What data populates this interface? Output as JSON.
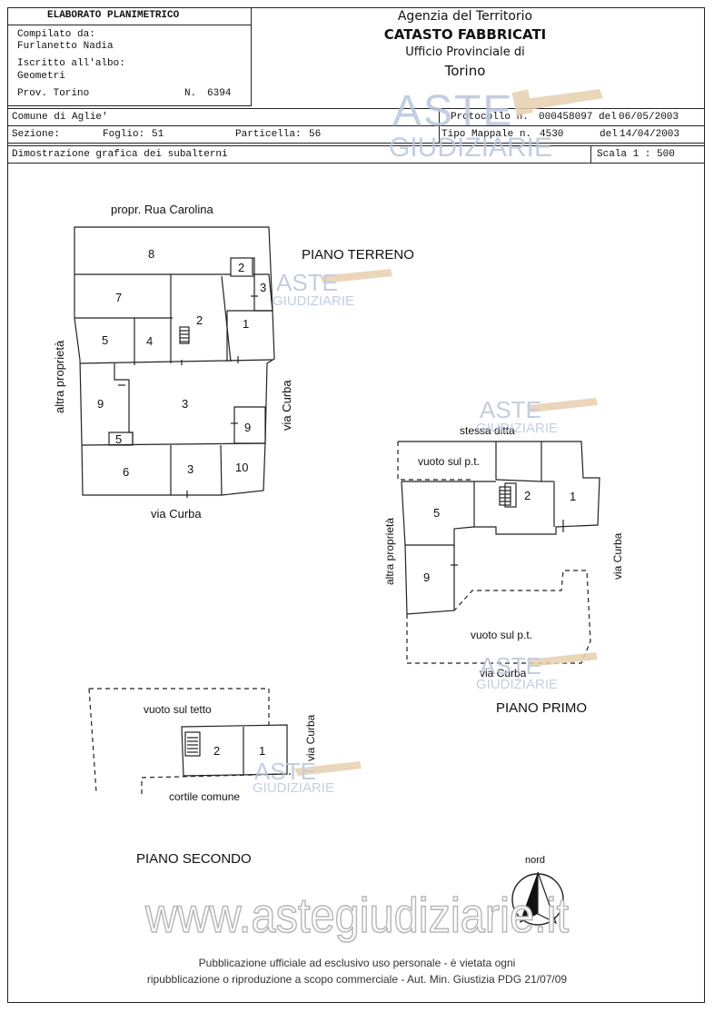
{
  "header": {
    "title": "ELABORATO PLANIMETRICO",
    "compiled_label": "Compilato da:",
    "compiled_name": "Furlanetto Nadia",
    "registered_label": "Iscritto all'albo:",
    "registered_value": "Geometri",
    "province": "Prov. Torino",
    "number_label": "N.",
    "number_value": "6394"
  },
  "agency": {
    "line1": "Agenzia del Territorio",
    "line2": "CATASTO FABBRICATI",
    "line3": "Ufficio Provinciale di",
    "line4": "Torino"
  },
  "info": {
    "comune": "Comune di Aglie'",
    "protocollo_label": "Protocollo n.",
    "protocollo_value": "000458097",
    "protocollo_date_label": "del",
    "protocollo_date": "06/05/2003",
    "sezione_label": "Sezione:",
    "foglio_label": "Foglio:",
    "foglio_value": "51",
    "particella_label": "Particella:",
    "particella_value": "56",
    "tipo_mappale_label": "Tipo Mappale n.",
    "tipo_mappale_value": "4530",
    "tipo_mappale_date_label": "del",
    "tipo_mappale_date": "14/04/2003",
    "dimostrazione": "Dimostrazione grafica dei subalterni",
    "scala": "Scala 1 : 500"
  },
  "ground_floor": {
    "title": "PIANO TERRENO",
    "north_label": "propr. Rua Carolina",
    "west_label": "altra proprietà",
    "east_label": "via Curba",
    "south_label": "via Curba",
    "units": [
      "8",
      "2",
      "3",
      "7",
      "2",
      "1",
      "5",
      "4",
      "9",
      "3",
      "9",
      "5",
      "6",
      "3",
      "10"
    ]
  },
  "first_floor": {
    "title": "PIANO PRIMO",
    "north_label": "stessa ditta",
    "void_top": "vuoto sul p.t.",
    "void_bottom": "vuoto sul p.t.",
    "west_label": "altra proprietà",
    "east_label": "via Curba",
    "south_label": "via Curba",
    "units": [
      "2",
      "1",
      "5",
      "9"
    ]
  },
  "second_floor": {
    "title": "PIANO SECONDO",
    "void_label": "vuoto sul tetto",
    "east_label": "via Curba",
    "south_label": "cortile comune",
    "units": [
      "2",
      "1"
    ]
  },
  "north_arrow": {
    "label": "nord"
  },
  "watermarks": {
    "brand_top": "ASTE",
    "brand_bottom": "GIUDIZIARIE",
    "site": "www.astegiudiziarie.it"
  },
  "footer": {
    "line1": "Pubblicazione ufficiale ad esclusivo uso personale - è vietata ogni",
    "line2": "ripubblicazione o riproduzione a scopo commerciale - Aut. Min. Giustizia PDG 21/07/09"
  },
  "colors": {
    "watermark": "#b9c6dc",
    "gavel": "#e7cfae",
    "line": "#222222"
  }
}
